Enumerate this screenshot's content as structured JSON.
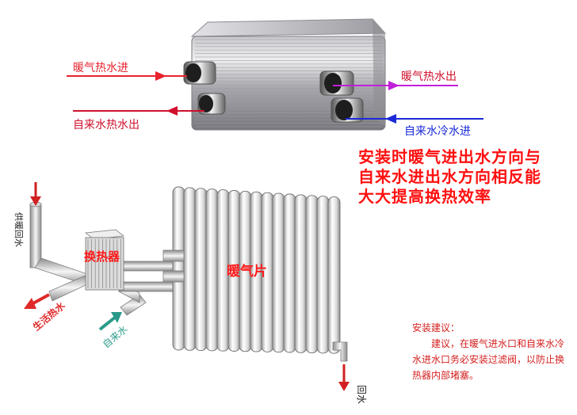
{
  "colors": {
    "hot_in": "#e8232e",
    "hot_out": "#c020d8",
    "tap_hot_out": "#d0102c",
    "tap_cold_in": "#1a2ad8",
    "headline": "#ff1010",
    "note": "#d42020",
    "tap_label_arrow": "#e02a2a",
    "cold_label_arrow": "#2a9a8a"
  },
  "top_labels": {
    "heating_hot_in": "暖气热水进",
    "heating_hot_out": "暖气热水出",
    "tap_hot_out": "自来水热水出",
    "tap_cold_in": "自来水冷水进"
  },
  "headline": [
    "安装时暖气进出水方向与",
    "自来水进出水方向相反能",
    "大大提高换热效率"
  ],
  "diagram": {
    "supply_label": "供暖回水",
    "exchanger_label": "换热器",
    "radiator_label": "暖气片",
    "hot_tap_label": "生活热水",
    "cold_tap_label": "自来水",
    "return_label": "回水"
  },
  "note": {
    "title": "安装建议：",
    "body": "建议，在暖气进水口和自来水冷水进水口务必安装过滤阀，以防止换热器内部堵塞。"
  }
}
